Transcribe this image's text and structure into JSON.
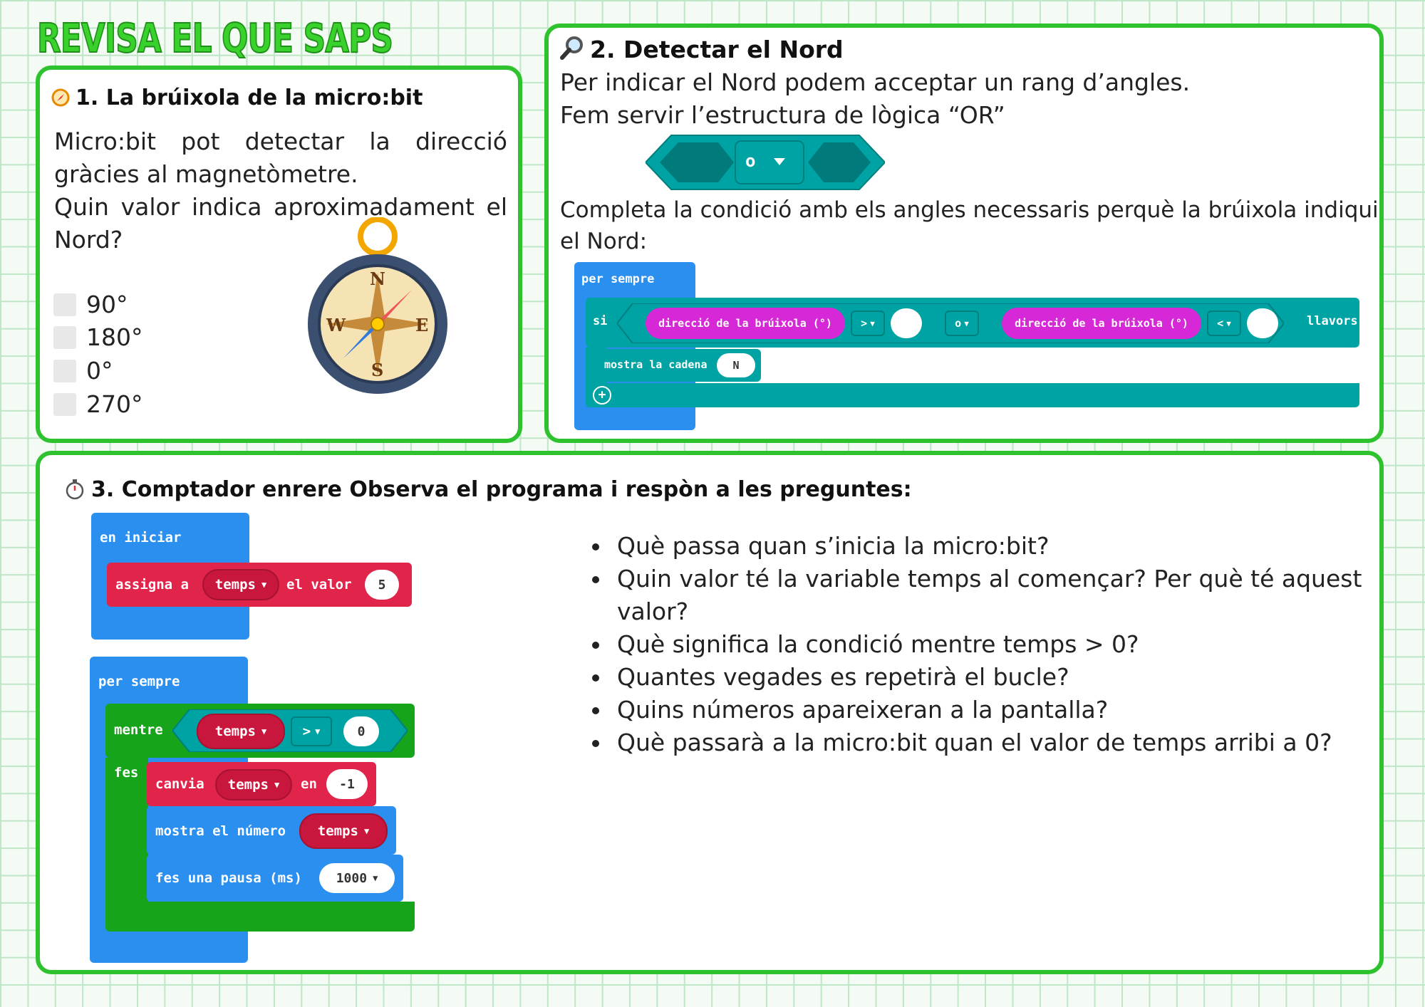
{
  "page_title": "REVISA EL QUE SAPS",
  "section1": {
    "icon": "compass-icon",
    "heading": "1. La brúixola de la micro:bit",
    "line1": "Micro:bit pot detectar la direcció",
    "line2": "gràcies al magnetòmetre.",
    "line3": "Quin valor indica aproximadament el",
    "line4": "Nord?",
    "options": [
      "90°",
      "180°",
      "0°",
      "270°"
    ],
    "compass_letters": {
      "n": "N",
      "s": "S",
      "e": "E",
      "w": "W"
    }
  },
  "section2": {
    "icon": "magnifier-icon",
    "heading": "2. Detectar el Nord",
    "line1": "Per indicar el Nord podem acceptar un rang d’angles.",
    "line2": "Fem servir l’estructura de lògica “OR”",
    "or_block": "o",
    "line3": "Completa la condició amb els angles necessaris perquè la brúixola indiqui",
    "line4": "el Nord:",
    "code": {
      "forever": "per sempre",
      "if": "si",
      "compass_reading": "direcció de la brúixola (°)",
      "op1": ">",
      "logic": "o",
      "op2": "<",
      "then": "llavors",
      "show_string": "mostra la cadena",
      "string_value": "N"
    }
  },
  "section3": {
    "icon": "stopwatch-icon",
    "heading": "3. Comptador enrere Observa el programa i respòn a les preguntes:",
    "code": {
      "on_start": "en iniciar",
      "set": "assigna a",
      "var": "temps",
      "to_value": "el valor",
      "init_value": "5",
      "forever": "per sempre",
      "while": "mentre",
      "op": ">",
      "compare_value": "0",
      "do": "fes",
      "change": "canvia",
      "by": "en",
      "change_value": "-1",
      "show_number": "mostra el número",
      "pause": "fes una pausa (ms)",
      "pause_value": "1000"
    },
    "questions": [
      "Què passa quan s’inicia la micro:bit?",
      "Quin valor té la variable temps al començar? Per què té aquest valor?",
      "Què significa la condició mentre temps > 0?",
      "Quantes vegades es repetirà el bucle?",
      "Quins números apareixeran a la pantalla?",
      "Què passarà a la micro:bit quan el valor de temps arribi a 0?"
    ]
  }
}
